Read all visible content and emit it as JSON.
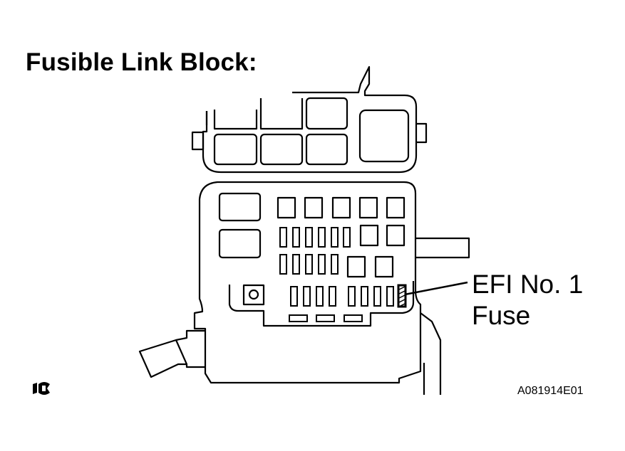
{
  "figure": {
    "title": "Fusible Link Block:",
    "callout": {
      "line1": "EFI No. 1",
      "line2": "Fuse"
    },
    "figure_id": "A081914E01",
    "icons": [
      "view-orientation-icon"
    ]
  }
}
